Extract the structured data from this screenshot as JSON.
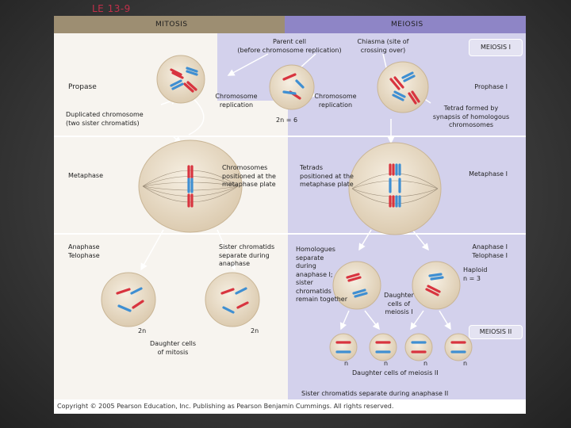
{
  "figure": {
    "label": "LE 13-9",
    "copyright": "Copyright © 2005 Pearson Education, Inc. Publishing as Pearson Benjamin Cummings. All rights reserved."
  },
  "headers": {
    "mitosis": "MITOSIS",
    "meiosis": "MEIOSIS",
    "meiosis_1": "MEIOSIS I",
    "meiosis_2": "MEIOSIS II"
  },
  "labels": {
    "parent_cell": "Parent cell\n(before chromosome replication)",
    "chiasma": "Chiasma (site of\ncrossing over)",
    "prophase_left": "Propase",
    "prophase_1": "Prophase I",
    "duplicated_chromosome": "Duplicated chromosome\n(two sister chromatids)",
    "chromosome_replication_left": "Chromosome\nreplication",
    "chromosome_replication_right": "Chromosome\nreplication",
    "two_n_six": "2n = 6",
    "tetrad_formed": "Tetrad formed by\nsynapsis of homologous\nchromosomes",
    "metaphase_left": "Metaphase",
    "metaphase_1": "Metaphase I",
    "chromosomes_positioned": "Chromosomes\npositioned at the\nmetaphase plate",
    "tetrads_positioned": "Tetrads\npositioned at the\nmetaphase plate",
    "anaphase_telophase_left": "Anaphase\nTelophase",
    "anaphase_telophase_1": "Anaphase I\nTelophase I",
    "sister_chromatids_separate": "Sister chromatids\nseparate during\nanaphase",
    "homologues_separate": "Homologues\nseparate\nduring\nanaphase I;\nsister\nchromatids\nremain together",
    "haploid": "Haploid\nn = 3",
    "daughter_cells_meiosis_1": "Daughter\ncells of\nmeiosis I",
    "two_n_left": "2n",
    "two_n_right": "2n",
    "daughter_cells_mitosis": "Daughter cells\nof mitosis",
    "n_1": "n",
    "n_2": "n",
    "n_3": "n",
    "n_4": "n",
    "daughter_cells_meiosis_2": "Daughter cells of meiosis II",
    "sister_chromatids_anaphase_2": "Sister chromatids separate during anaphase II"
  },
  "colors": {
    "mitosis_header": "#9d8e72",
    "meiosis_header": "#8e85c6",
    "meiosis_panel": "#d3d1ec",
    "cell_fill": "#e8dcc7",
    "chromosome_red": "#d8343f",
    "chromosome_blue": "#3f8fd2",
    "title_red": "#c0304a"
  }
}
